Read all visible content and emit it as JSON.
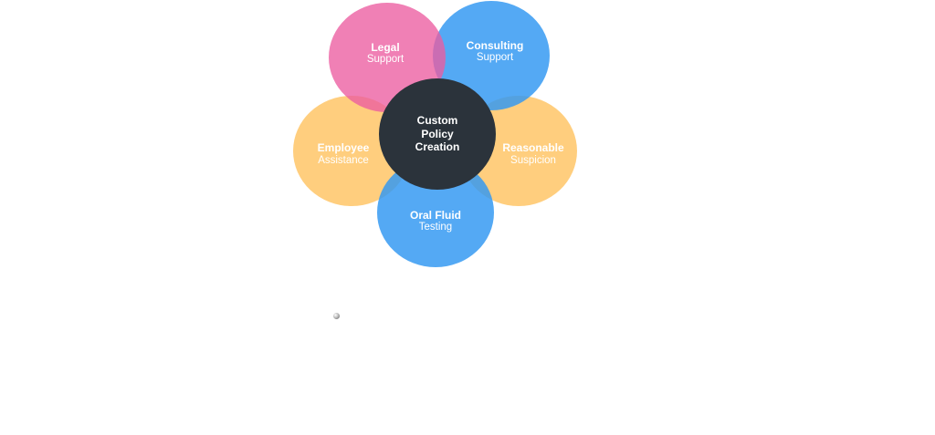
{
  "diagram": {
    "petals": {
      "legal": {
        "title": "Legal",
        "sub": "Support"
      },
      "consulting": {
        "title": "Consulting",
        "sub": "Support"
      },
      "employee": {
        "title": "Employee",
        "sub": "Assistance"
      },
      "reasonable": {
        "title": "Reasonable",
        "sub": "Suspicion"
      },
      "oral": {
        "title": "Oral Fluid",
        "sub": "Testing"
      }
    },
    "center": {
      "line1": "Custom",
      "line2": "Policy",
      "line3": "Creation"
    }
  },
  "colors": {
    "orange": "#FFC05A",
    "blue": "#3399F2",
    "pink": "#EC5CA0",
    "center": "#2B333B"
  }
}
